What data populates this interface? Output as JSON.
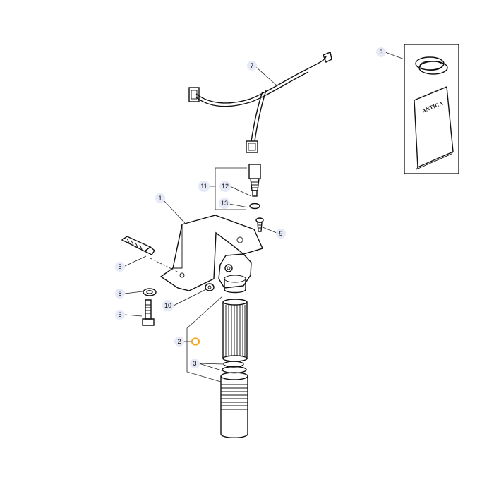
{
  "callouts": {
    "c1": "1",
    "c2": "2",
    "c3_pair": "3",
    "c3_kit": "3",
    "c5": "5",
    "c6": "6",
    "c7": "7",
    "c8": "8",
    "c9": "9",
    "c10": "10",
    "c11": "11",
    "c12": "12",
    "c13": "13"
  },
  "kit": {
    "booklet_text": "ANTICA"
  },
  "colors": {
    "callout_fill": "#e6e9f6",
    "callout_text": "#111111",
    "highlight": "#f5a623",
    "line": "#111111"
  }
}
